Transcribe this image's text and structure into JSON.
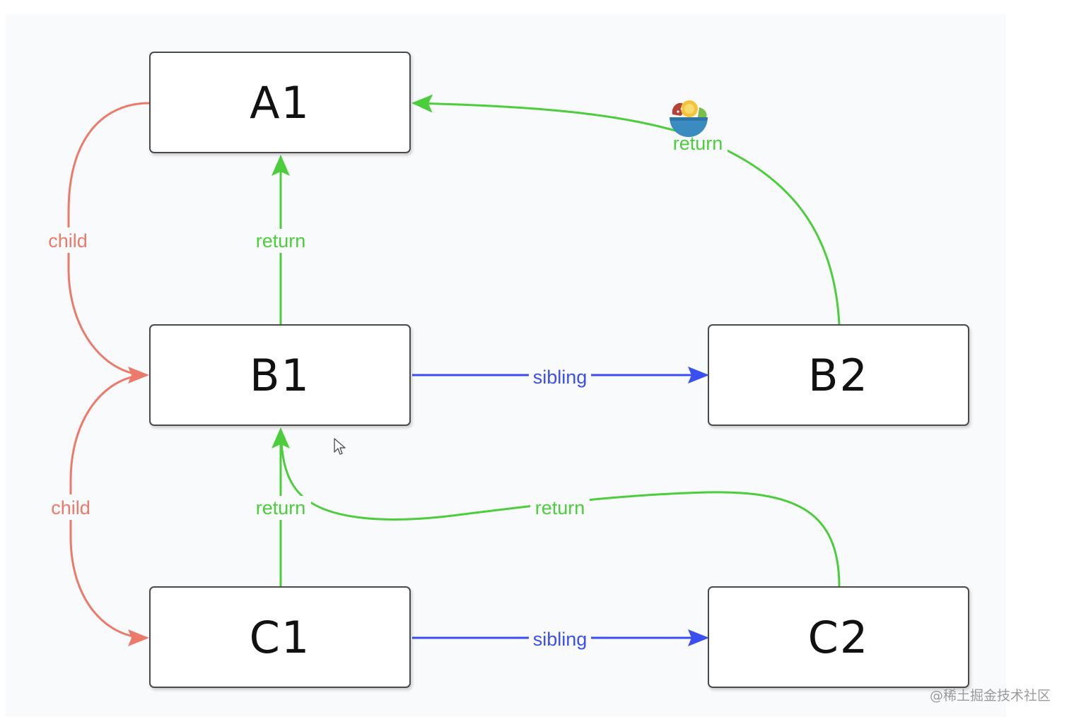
{
  "nodes": {
    "a1": "A1",
    "b1": "B1",
    "b2": "B2",
    "c1": "C1",
    "c2": "C2"
  },
  "edges": {
    "a1_b1_child": "child",
    "b1_c1_child": "child",
    "b1_a1_return": "return",
    "b2_a1_return": "return",
    "c1_b1_return": "return",
    "c2_b1_return": "return",
    "b1_b2_sibling": "sibling",
    "c1_c2_sibling": "sibling"
  },
  "colors": {
    "child": "#ec7a6b",
    "return": "#4ccd3c",
    "sibling": "#3a4ff0"
  },
  "watermark": "@稀土掘金技术社区",
  "icons": [
    "cursor-icon",
    "fruit-bowl-icon"
  ]
}
